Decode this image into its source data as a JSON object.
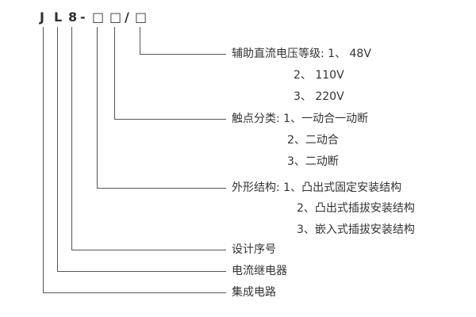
{
  "code": {
    "chars": [
      "J",
      "L",
      "8",
      "-",
      "□",
      "□",
      "/",
      "□"
    ]
  },
  "labels": {
    "aux_voltage": "辅助直流电压等级: 1、 48V",
    "aux_voltage_2": "2、 110V",
    "aux_voltage_3": "3、 220V",
    "contact": "触点分类: 1、一动合一动断",
    "contact_2": "2、二动合",
    "contact_3": "3、二动断",
    "structure": "外形结构: 1、凸出式固定安装结构",
    "structure_2": "2、凸出式插拔安装结构",
    "structure_3": "3、嵌入式插拔安装结构",
    "design_serial": "设计序号",
    "current_relay": "电流继电器",
    "integrated_circuit": "集成电路"
  },
  "colors": {
    "background": "#ffffff",
    "text": "#333333",
    "line": "#555555"
  }
}
